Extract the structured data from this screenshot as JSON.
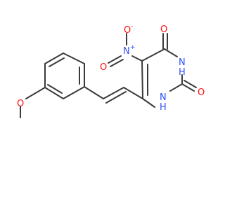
{
  "molecule": {
    "atoms": {
      "nitro_O_minus": {
        "symbol": "O",
        "charge": "-",
        "color": "#ff0d0d"
      },
      "nitro_N_plus": {
        "symbol": "N",
        "charge": "+",
        "color": "#3050f8"
      },
      "nitro_O_double": {
        "symbol": "O",
        "color": "#ff0d0d"
      },
      "C4_O": {
        "symbol": "O",
        "color": "#ff0d0d"
      },
      "N3_H": {
        "symbol": "N",
        "hydrogen": "H",
        "color": "#3050f8"
      },
      "C2_O": {
        "symbol": "O",
        "color": "#ff0d0d"
      },
      "N1_H": {
        "symbol": "N",
        "hydrogen": "H",
        "color": "#3050f8"
      },
      "methoxy_O": {
        "symbol": "O",
        "color": "#ff0d0d"
      }
    },
    "bond_color": "#3a3a3a"
  }
}
